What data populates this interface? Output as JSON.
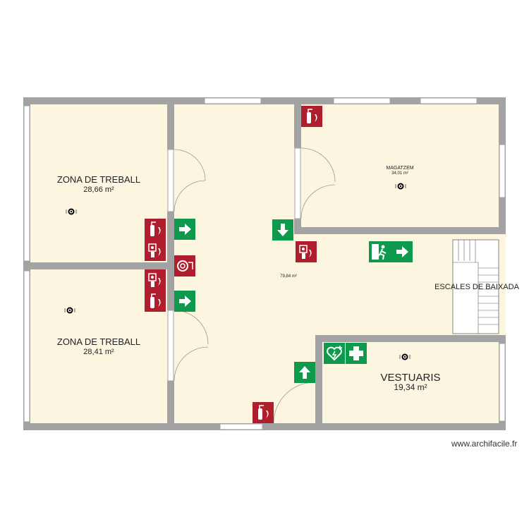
{
  "rooms": {
    "work_top": {
      "name": "ZONA DE TREBALL",
      "area": "28,66 m²"
    },
    "work_bottom": {
      "name": "ZONA DE TREBALL",
      "area": "28,41 m²"
    },
    "corridor": {
      "area": "79,84 m²"
    },
    "storage": {
      "name": "MAGATZEM",
      "area": "34,01 m²"
    },
    "changing": {
      "name": "VESTUARIS",
      "area": "19,34 m²"
    },
    "stairs": {
      "name": "ESCALES DE BAIXADA"
    }
  },
  "watermark": "www.archifacile.fr",
  "colors": {
    "wall": "#a3a3a3",
    "floor": "#fcf6e1",
    "fire_sign": "#b01e2d",
    "exit_sign": "#0e9a4c"
  },
  "icons": [
    "fire-extinguisher-icon",
    "fire-alarm-icon",
    "fire-hose-icon",
    "exit-arrow-icon",
    "emergency-exit-icon",
    "defibrillator-icon",
    "first-aid-icon",
    "smoke-detector-icon"
  ]
}
